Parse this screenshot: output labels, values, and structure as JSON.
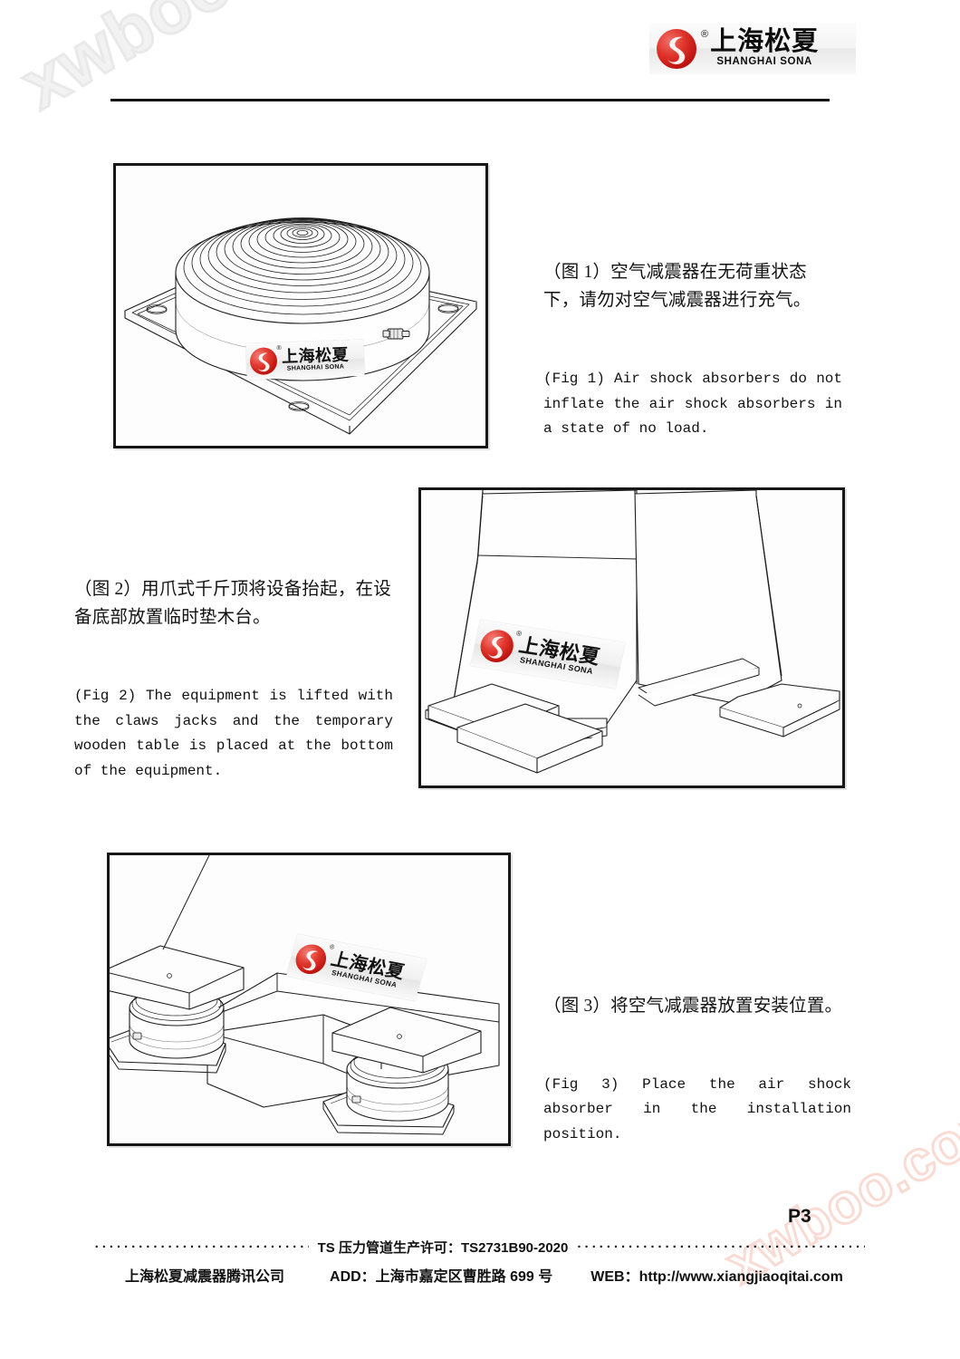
{
  "header": {
    "logo": {
      "brand_cn": "上海松夏",
      "brand_en": "SHANGHAI  SONA",
      "registered_mark": "®",
      "brand_red": "#d4261e"
    }
  },
  "watermarks": {
    "top_left": "xwboo.com",
    "bottom_right": "xwboo.com"
  },
  "figures": [
    {
      "id": "fig1",
      "alt_name": "air-shock-absorber-unloaded",
      "badge": {
        "brand_cn": "上海松夏",
        "brand_en": "SHANGHAI  SONA",
        "registered_mark": "®"
      }
    },
    {
      "id": "fig2",
      "alt_name": "equipment-lifted-on-wooden-blocks",
      "badge": {
        "brand_cn": "上海松夏",
        "brand_en": "SHANGHAI  SONA",
        "registered_mark": "®"
      }
    },
    {
      "id": "fig3",
      "alt_name": "absorbers-placed-in-installation-position",
      "badge": {
        "brand_cn": "上海松夏",
        "brand_en": "SHANGHAI  SONA",
        "registered_mark": "®"
      }
    }
  ],
  "captions": {
    "fig1": {
      "cn": "（图 1）空气减震器在无荷重状态下，请勿对空气减震器进行充气。",
      "en": "(Fig 1) Air shock absorbers do not inflate the air shock absorbers in a state of no load."
    },
    "fig2": {
      "cn": "（图 2）用爪式千斤顶将设备抬起，在设备底部放置临时垫木台。",
      "en": "(Fig 2) The equipment is lifted with the claws jacks and the temporary wooden table is placed at the bottom of the equipment."
    },
    "fig3": {
      "cn": "（图 3）将空气减震器放置安装位置。",
      "en": "(Fig 3) Place the air shock absorber in the installation position."
    }
  },
  "footer": {
    "page_number": "P3",
    "dots_left": "·······························",
    "license": "TS 压力管道生产许可：TS2731B90-2020",
    "dots_right": "·········································",
    "company": "上海松夏减震器腾讯公司",
    "address": "ADD：上海市嘉定区曹胜路 699 号",
    "web": "WEB：http://www.xiangjiaoqitai.com"
  }
}
